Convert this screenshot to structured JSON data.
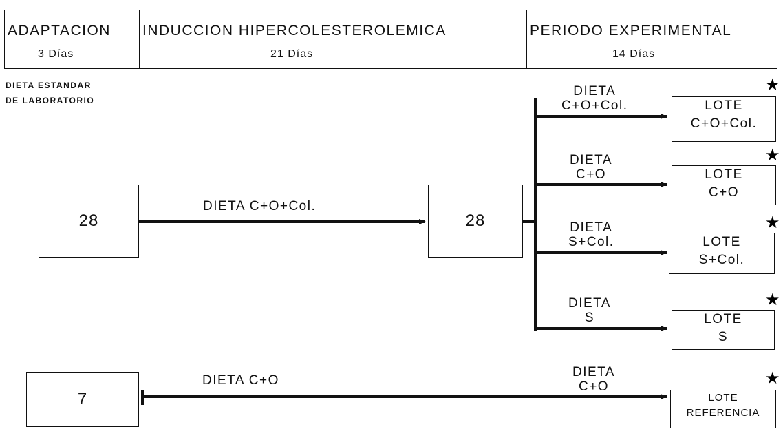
{
  "phases": [
    {
      "name": "ADAPTACION",
      "duration": "3 Días"
    },
    {
      "name": "INDUCCION HIPERCOLESTEROLEMICA",
      "duration": "21 Días"
    },
    {
      "name": "PERIODO EXPERIMENTAL",
      "duration": "14 Días"
    }
  ],
  "basal_diet": {
    "line1": "DIETA ESTANDAR",
    "line2": "DE LABORATORIO"
  },
  "main_group": {
    "count": "28",
    "diet_label": "DIETA C+O+Col."
  },
  "induced_group": {
    "count": "28"
  },
  "branches": [
    {
      "diet_line1": "DIETA",
      "diet_line2": "C+O+Col.",
      "lot_line1": "LOTE",
      "lot_line2": "C+O+Col.",
      "marker": "★"
    },
    {
      "diet_line1": "DIETA",
      "diet_line2": "C+O",
      "lot_line1": "LOTE",
      "lot_line2": "C+O",
      "marker": "★"
    },
    {
      "diet_line1": "DIETA",
      "diet_line2": "S+Col.",
      "lot_line1": "LOTE",
      "lot_line2": "S+Col.",
      "marker": "★"
    },
    {
      "diet_line1": "DIETA",
      "diet_line2": "S",
      "lot_line1": "LOTE",
      "lot_line2": "S",
      "marker": "★"
    }
  ],
  "reference_group": {
    "count": "7",
    "diet_label": "DIETA C+O",
    "diet_line1": "DIETA",
    "diet_line2": "C+O",
    "lot_line1": "LOTE",
    "lot_line2": "REFERENCIA",
    "marker": "★"
  }
}
